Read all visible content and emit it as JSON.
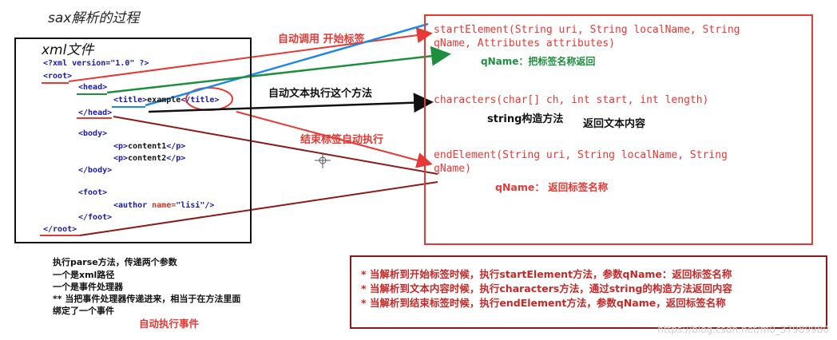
{
  "title": "sax解析的过程",
  "xml_label": "xml文件",
  "xml_lines": {
    "decl_tag": "<?xml version=",
    "decl_val": "\"1.0\"",
    "decl_end": " ?>",
    "root_open": "<root>",
    "head_open": "<head>",
    "title_open": "<title>",
    "title_text": "example",
    "title_close": "</title>",
    "head_close": "</head>",
    "body_open": "<body>",
    "p1_open": "<p>",
    "p1_text": "content1",
    "p1_close": "</p>",
    "p2_open": "<p>",
    "p2_text": "content2",
    "p2_close": "</p>",
    "body_close": "</body>",
    "foot_open": "<foot>",
    "author_tag": "<author ",
    "author_attr": "name=",
    "author_val": "\"lisi\"",
    "author_end": "/>",
    "foot_close": "</foot>",
    "root_close": "</root>"
  },
  "labels": {
    "auto_call_open": "自动调用   开始标签",
    "auto_text_method": "自动文本执行这个方法",
    "end_tag_auto": "结束标签自动执行",
    "auto_event": "自动执行事件"
  },
  "methods": {
    "start_line1": "startElement(String uri, String localName, String",
    "start_line2": "qName, Attributes attributes)",
    "start_note": "qName：把标签名称返回",
    "characters": "characters(char[] ch, int start, int length)",
    "string_note": "string构造方法",
    "return_text": "返回文本内容",
    "end_line1": "endElement(String uri, String localName, String",
    "end_line2": "qName)",
    "end_note": "qName：  返回标签名称"
  },
  "left_notes": {
    "line1": "执行parse方法，传递两个参数",
    "line2": "一个是xml路径",
    "line3": "一个是事件处理器",
    "line4": "** 当把事件处理器传递进来，相当于在方法里面",
    "line5": "绑定了一个事件"
  },
  "bottom_notes": [
    "* 当解析到开始标签时候，执行startElement方法，参数qName：返回标签名称",
    "* 当解析到文本内容时候，执行characters方法，通过string的构造方法返回内容",
    "* 当解析到结束标签时候，执行endElement方法，参数qName，返回标签名称"
  ],
  "watermark": "https://blog.csdn.net/m0_37989980",
  "colors": {
    "red": "#e53935",
    "darkred": "#8b1a1a",
    "blue": "#1e88e5",
    "green": "#1e8f3e",
    "black": "#111111"
  }
}
